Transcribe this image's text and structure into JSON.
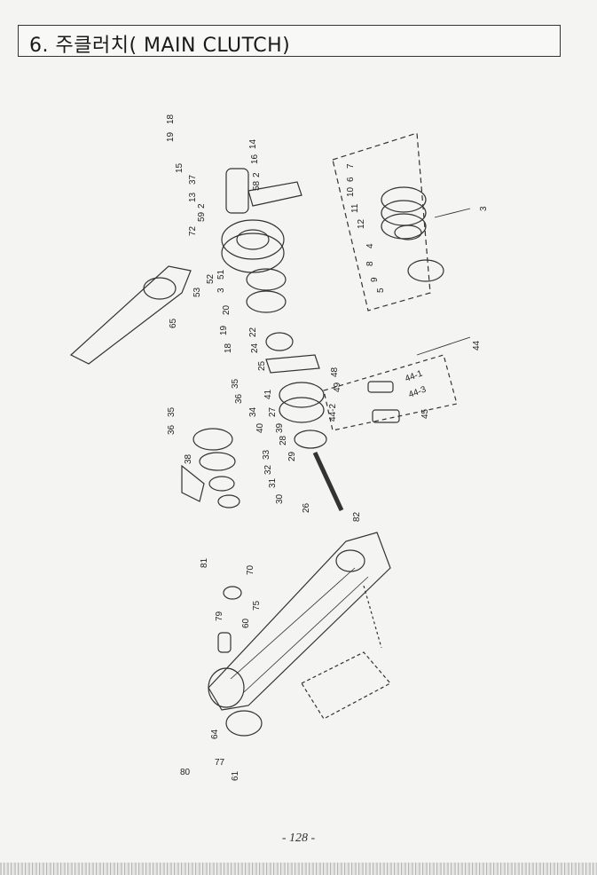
{
  "header": {
    "title": "6. 주클러치( MAIN CLUTCH)"
  },
  "footer": {
    "page_number": "- 128 -"
  },
  "diagram": {
    "part_labels": [
      "18",
      "19",
      "15",
      "14",
      "16",
      "37",
      "13",
      "2",
      "58",
      "59",
      "2",
      "72",
      "52",
      "51",
      "53",
      "3",
      "65",
      "20",
      "19",
      "22",
      "18",
      "24",
      "25",
      "48",
      "35",
      "36",
      "41",
      "49",
      "44-1",
      "44",
      "44-2",
      "44-3",
      "45",
      "35",
      "36",
      "34",
      "27",
      "39",
      "28",
      "40",
      "29",
      "33",
      "38",
      "32",
      "31",
      "30",
      "26",
      "82",
      "81",
      "70",
      "75",
      "79",
      "60",
      "64",
      "77",
      "80",
      "61",
      "7",
      "6",
      "10",
      "11",
      "12",
      "4",
      "8",
      "9",
      "5",
      "3"
    ]
  }
}
